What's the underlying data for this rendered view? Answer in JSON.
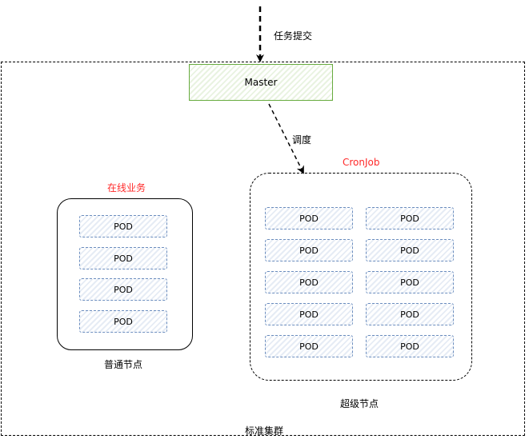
{
  "task_submit_label": "任务提交",
  "master_label": "Master",
  "schedule_label": "调度",
  "online_service_label": "在线业务",
  "cronjob_label": "CronJob",
  "normal_node_label": "普通节点",
  "super_node_label": "超级节点",
  "cluster_label": "标准集群",
  "pod_label": "POD",
  "normal_node_pods": [
    "POD",
    "POD",
    "POD",
    "POD"
  ],
  "super_node_pods": [
    [
      "POD",
      "POD"
    ],
    [
      "POD",
      "POD"
    ],
    [
      "POD",
      "POD"
    ],
    [
      "POD",
      "POD"
    ],
    [
      "POD",
      "POD"
    ]
  ],
  "colors": {
    "master_border": "#67ab3e",
    "pod_border": "#6c8ebf",
    "highlight_text": "#ff2a2a"
  }
}
